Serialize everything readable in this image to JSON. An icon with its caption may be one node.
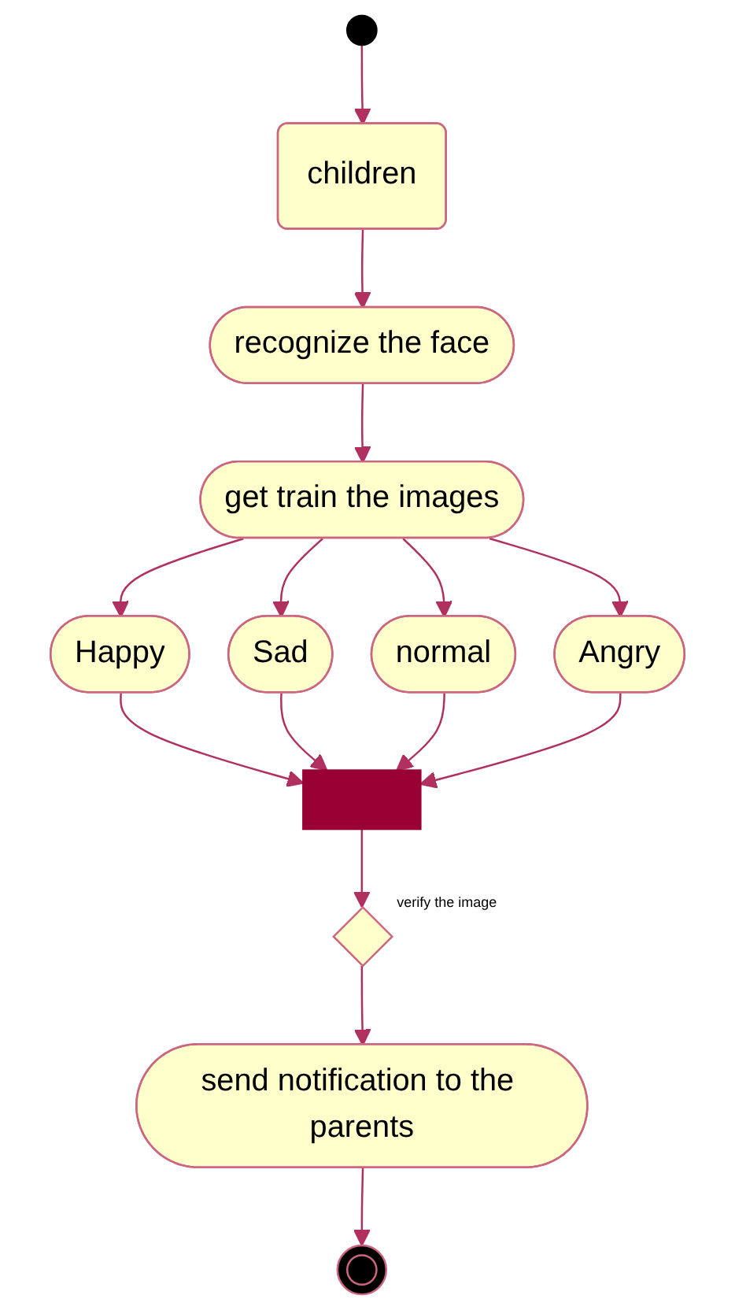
{
  "diagram": {
    "nodes": [
      {
        "text": [],
        "shape": "circle"
      },
      {
        "text": [
          "children"
        ]
      },
      {
        "text": [
          "recognize the face"
        ]
      },
      {
        "text": [
          "get train the images"
        ]
      },
      {
        "text": [
          "Happy"
        ]
      },
      {
        "text": [
          "Sad"
        ]
      },
      {
        "text": [
          "normal"
        ]
      },
      {
        "text": [
          "Angry"
        ]
      },
      {
        "text": [],
        "shape": "bar"
      },
      {
        "text": [],
        "shape": "diamond",
        "beside": [
          "verify the image"
        ]
      },
      {
        "text": [
          "send notification to the parents"
        ]
      },
      {
        "text": [],
        "shape": "circle"
      }
    ],
    "edges": [
      {
        "from": 0,
        "to": 1,
        "arrow": "to"
      },
      {
        "from": 1,
        "to": 2,
        "arrow": "to"
      },
      {
        "from": 2,
        "to": 3,
        "arrow": "to"
      },
      {
        "from": 3,
        "to": 4,
        "arrow": "to"
      },
      {
        "from": 3,
        "to": 5,
        "arrow": "to"
      },
      {
        "from": 3,
        "to": 6,
        "arrow": "to"
      },
      {
        "from": 3,
        "to": 7,
        "arrow": "to"
      },
      {
        "from": 4,
        "to": 8,
        "arrow": "to"
      },
      {
        "from": 5,
        "to": 8,
        "arrow": "to"
      },
      {
        "from": 6,
        "to": 8,
        "arrow": "to"
      },
      {
        "from": 7,
        "to": 8,
        "arrow": "to"
      },
      {
        "from": 8,
        "to": 9,
        "arrow": "to"
      },
      {
        "from": 9,
        "to": 10,
        "arrow": "to"
      },
      {
        "from": 10,
        "to": 11,
        "arrow": "to"
      }
    ]
  }
}
